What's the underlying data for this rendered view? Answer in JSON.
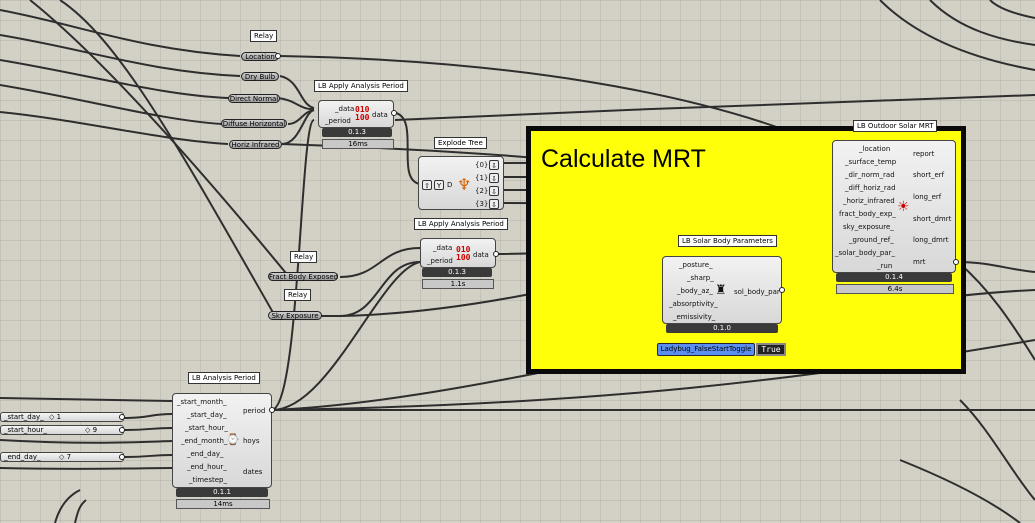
{
  "group": {
    "title": "Calculate MRT",
    "color": "#ffff0a"
  },
  "relays": [
    {
      "tag": "Relay",
      "label": "Location"
    },
    {
      "label": "Dry Bulb"
    },
    {
      "label": "Direct Normal"
    },
    {
      "label": "Diffuse Horizontal"
    },
    {
      "label": "Horiz Infrared"
    },
    {
      "tag": "Relay",
      "label": "Fract Body Exposed"
    },
    {
      "tag": "Relay",
      "label": "Sky Exposure"
    }
  ],
  "apply1": {
    "title": "LB Apply Analysis Period",
    "inputs": [
      "_data",
      "_period"
    ],
    "output": "data",
    "version": "0.1.3",
    "time": "16ms"
  },
  "explode": {
    "title": "Explode Tree",
    "outputs": [
      "{0}",
      "{1}",
      "{2}",
      "{3}"
    ]
  },
  "apply2": {
    "title": "LB Apply Analysis Period",
    "inputs": [
      "_data",
      "_period"
    ],
    "output": "data",
    "version": "0.1.3",
    "time": "1.1s"
  },
  "mrt": {
    "title": "LB Outdoor Solar MRT",
    "inputs": [
      "_location",
      "_surface_temp",
      "_dir_norm_rad",
      "_diff_horiz_rad",
      "_horiz_infrared",
      "fract_body_exp_",
      "sky_exposure_",
      "_ground_ref_",
      "_solar_body_par_",
      "_run"
    ],
    "outputs": [
      "report",
      "short_erf",
      "long_erf",
      "short_dmrt",
      "long_dmrt",
      "mrt"
    ],
    "version": "0.1.4",
    "time": "6.4s"
  },
  "solarbody": {
    "title": "LB Solar Body Parameters",
    "inputs": [
      "_posture_",
      "_sharp_",
      "_body_az_",
      "_absorptivity_",
      "_emissivity_"
    ],
    "output": "sol_body_par",
    "version": "0.1.0"
  },
  "toggle": {
    "label": "Ladybug_FalseStartToggle",
    "value": "True"
  },
  "analysis": {
    "title": "LB Analysis Period",
    "inputs": [
      "_start_month_",
      "_start_day_",
      "_start_hour_",
      "_end_month_",
      "_end_day_",
      "_end_hour_",
      "_timestep_"
    ],
    "outputs": [
      "period",
      "hoys",
      "dates"
    ],
    "version": "0.1.1",
    "time": "14ms"
  },
  "sliders": [
    {
      "name": "_start_day_",
      "value": "1"
    },
    {
      "name": "_start_hour_",
      "value": "9"
    },
    {
      "name": "_end_day_",
      "value": "7"
    }
  ]
}
